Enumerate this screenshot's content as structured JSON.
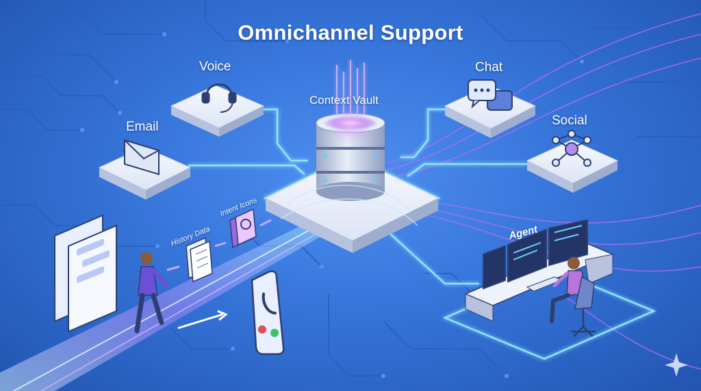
{
  "title": "Omnichannel Support",
  "nodes": {
    "voice": "Voice",
    "email": "Email",
    "chat": "Chat",
    "social": "Social",
    "vault": "Context Vault",
    "agent": "Agent"
  },
  "flow_labels": {
    "history": "History Data",
    "intent": "Intent Icons"
  },
  "colors": {
    "background": "#3877dc",
    "glow_line": "#8fe6ff",
    "accent_purple": "#b06cf0",
    "platform": "#eef2fb"
  },
  "icons": [
    "headset-icon",
    "envelope-icon",
    "chat-bubbles-icon",
    "social-network-icon",
    "database-icon",
    "phone-icon",
    "sparkle-icon"
  ]
}
